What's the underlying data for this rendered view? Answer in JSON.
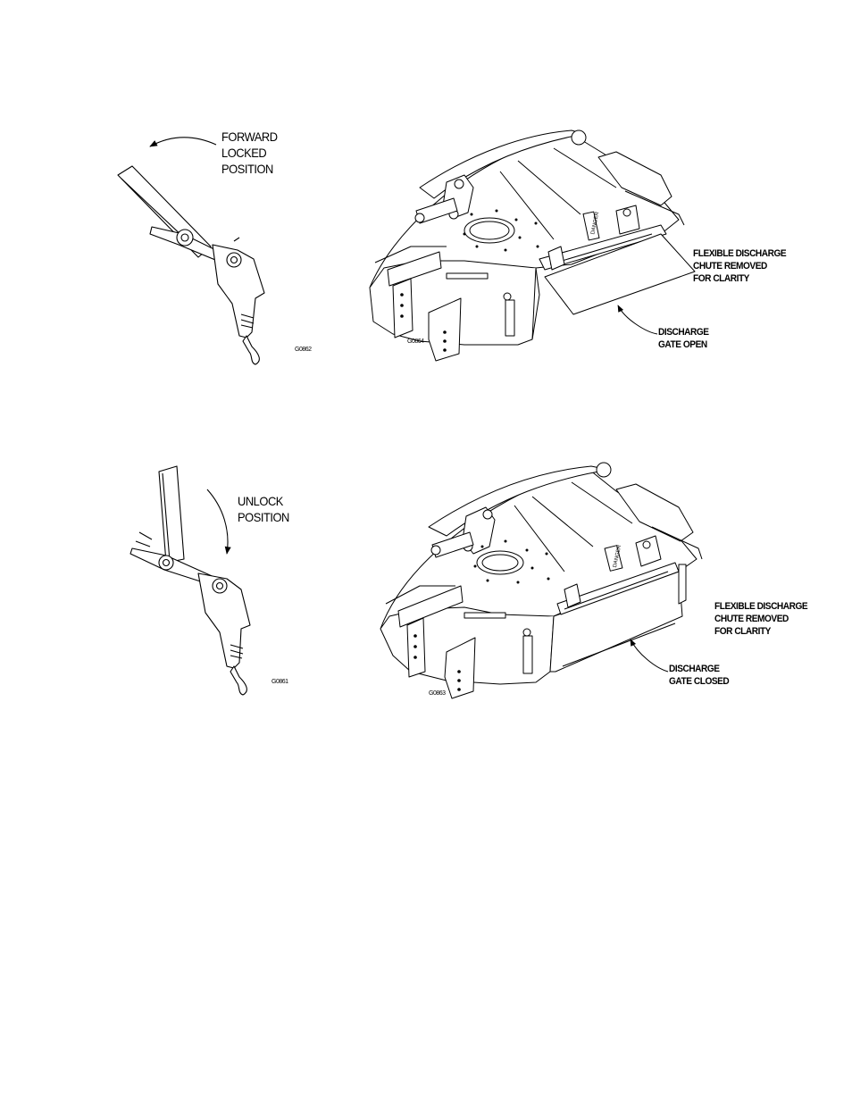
{
  "figure_top": {
    "lever_label": [
      "FORWARD",
      "LOCKED",
      "POSITION"
    ],
    "lever_code": "G0862",
    "deck_label": [
      "FLEXIBLE DISCHARGE",
      "CHUTE REMOVED",
      "FOR CLARITY"
    ],
    "gate_label": [
      "DISCHARGE",
      "GATE OPEN"
    ],
    "deck_code": "G0864",
    "decal_text": "DANGER"
  },
  "figure_bottom": {
    "lever_label": [
      "UNLOCK",
      "POSITION"
    ],
    "lever_code": "G0861",
    "deck_label": [
      "FLEXIBLE DISCHARGE",
      "CHUTE REMOVED",
      "FOR CLARITY"
    ],
    "gate_label": [
      "DISCHARGE",
      "GATE CLOSED"
    ],
    "deck_code": "G0863",
    "decal_text": "DANGER"
  }
}
